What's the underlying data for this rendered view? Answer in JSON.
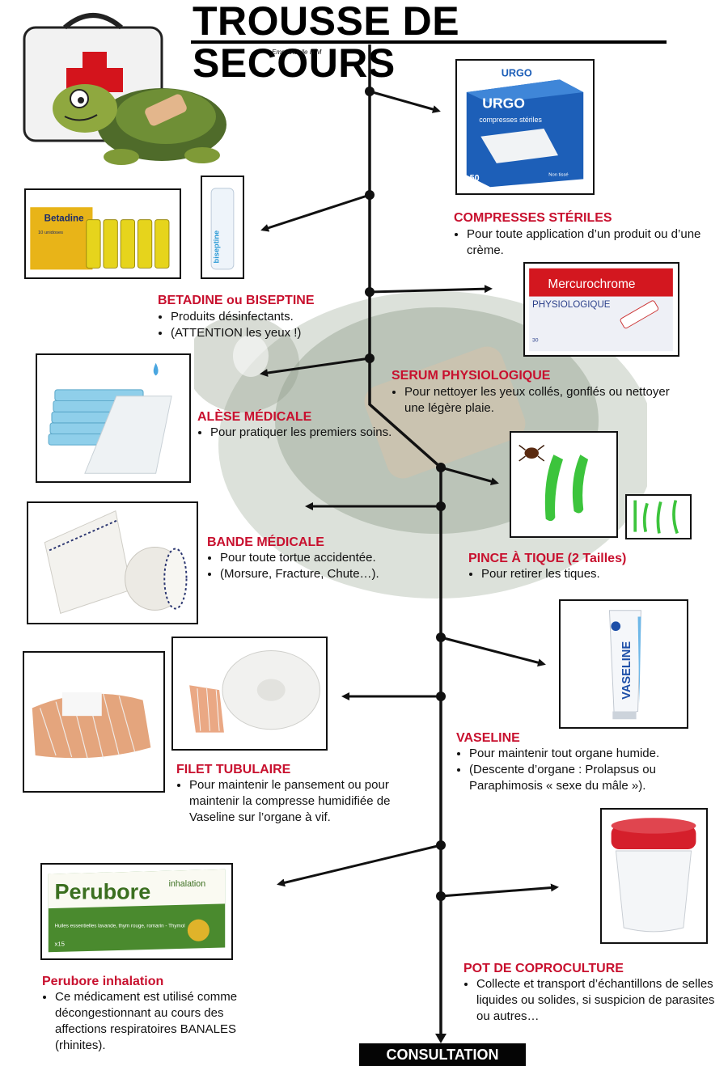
{
  "header": {
    "title": "TROUSSE DE SECOURS",
    "author": "Emmanuelle H.M"
  },
  "items": [
    {
      "key": "compresses",
      "title": "COMPRESSES STÉRILES",
      "lines": [
        "Pour toute application d’un produit ou d’une crème."
      ],
      "product_text": [
        "URGO",
        "compresses stériles",
        "50",
        "Non tissé"
      ]
    },
    {
      "key": "betadine",
      "title": "BETADINE ou BISEPTINE",
      "lines": [
        "Produits désinfectants.",
        "(ATTENTION les yeux !)"
      ],
      "product_text": [
        "Betadine",
        "10 unidoses",
        "biseptine"
      ]
    },
    {
      "key": "serum",
      "title": "SERUM PHYSIOLOGIQUE",
      "lines": [
        "Pour nettoyer les yeux collés, gonflés ou nettoyer une légère plaie."
      ],
      "product_text": [
        "Mercurochrome",
        "PHYSIOLOGIQUE",
        "30"
      ]
    },
    {
      "key": "alese",
      "title": "ALÈSE MÉDICALE",
      "lines": [
        "Pour pratiquer les premiers soins."
      ]
    },
    {
      "key": "bande",
      "title": "BANDE MÉDICALE",
      "lines": [
        "Pour toute tortue accidentée.",
        "(Morsure, Fracture, Chute…)."
      ]
    },
    {
      "key": "pince",
      "title": "PINCE À TIQUE (2 Tailles)",
      "lines": [
        "Pour retirer les tiques."
      ]
    },
    {
      "key": "vaseline",
      "title": "VASELINE",
      "lines": [
        "Pour maintenir tout organe humide.",
        "(Descente d’organe : Prolapsus ou Paraphimosis « sexe du mâle »)."
      ],
      "product_text": [
        "VASELINE"
      ]
    },
    {
      "key": "filet",
      "title": "FILET TUBULAIRE",
      "lines": [
        "Pour maintenir le pansement ou pour maintenir la compresse humidifiée de Vaseline sur l’organe à vif."
      ]
    },
    {
      "key": "perubore",
      "title": "Perubore inhalation",
      "lines": [
        "Ce médicament est utilisé comme décongestionnant au cours des affections respiratoires BANALES (rhinites)."
      ],
      "product_text": [
        "Perubore",
        "inhalation",
        "Huiles essentielles lavande, thym rouge, romarin - Thymol",
        "x15"
      ]
    },
    {
      "key": "pot",
      "title": "POT DE COPROCULTURE",
      "lines": [
        "Collecte et transport d’échantillons de selles liquides ou solides, si suspicion de parasites ou autres…"
      ]
    }
  ],
  "footer": {
    "label": "CONSULTATION"
  },
  "colors": {
    "title_red": "#c8102e",
    "line": "#111111",
    "urgo_blue": "#1d5fb8",
    "tick_green": "#3cc43c"
  }
}
